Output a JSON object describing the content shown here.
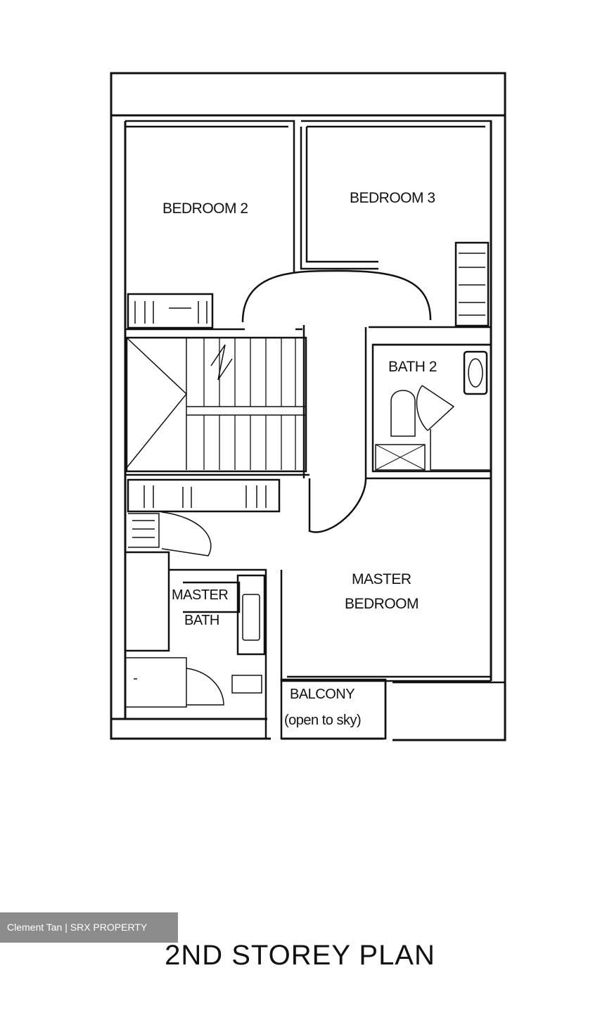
{
  "rooms": {
    "bedroom2": "BEDROOM 2",
    "bedroom3": "BEDROOM 3",
    "bath2": "BATH 2",
    "master_bath_line1": "MASTER",
    "master_bath_line2": "BATH",
    "master_bedroom_line1": "MASTER",
    "master_bedroom_line2": "BEDROOM",
    "balcony_line1": "BALCONY",
    "balcony_line2": "(open to sky)"
  },
  "watermark": "Clement Tan | SRX PROPERTY",
  "title": "2ND STOREY PLAN"
}
